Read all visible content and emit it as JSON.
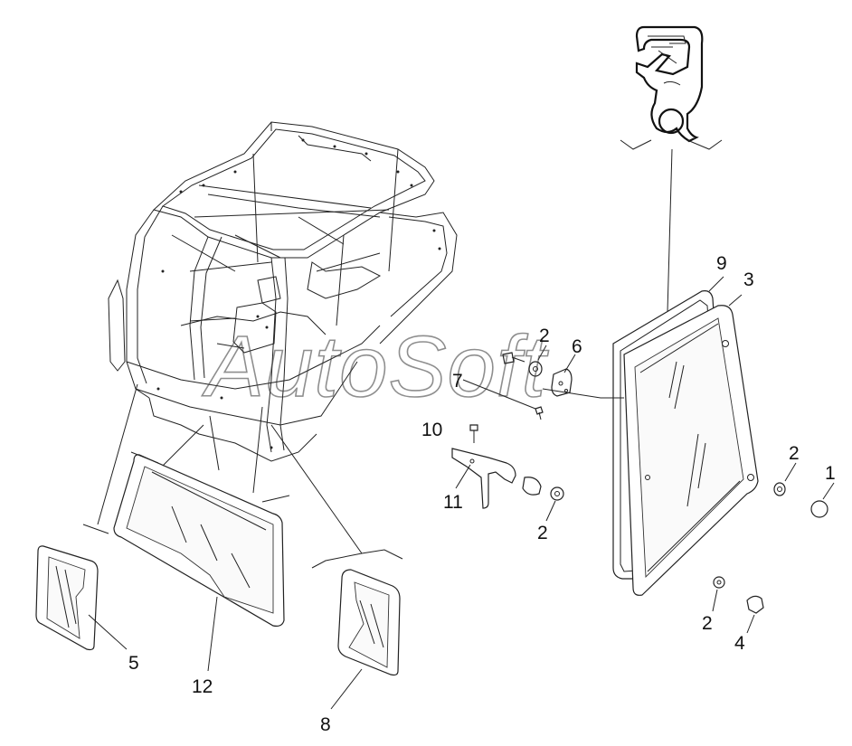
{
  "watermark": "AutoSoft",
  "callouts": {
    "c1": "1",
    "c2a": "2",
    "c2b": "2",
    "c2c": "2",
    "c2d": "2",
    "c3": "3",
    "c4": "4",
    "c5": "5",
    "c6": "6",
    "c7": "7",
    "c8": "8",
    "c9": "9",
    "c10": "10",
    "c11": "11",
    "c12": "12"
  }
}
